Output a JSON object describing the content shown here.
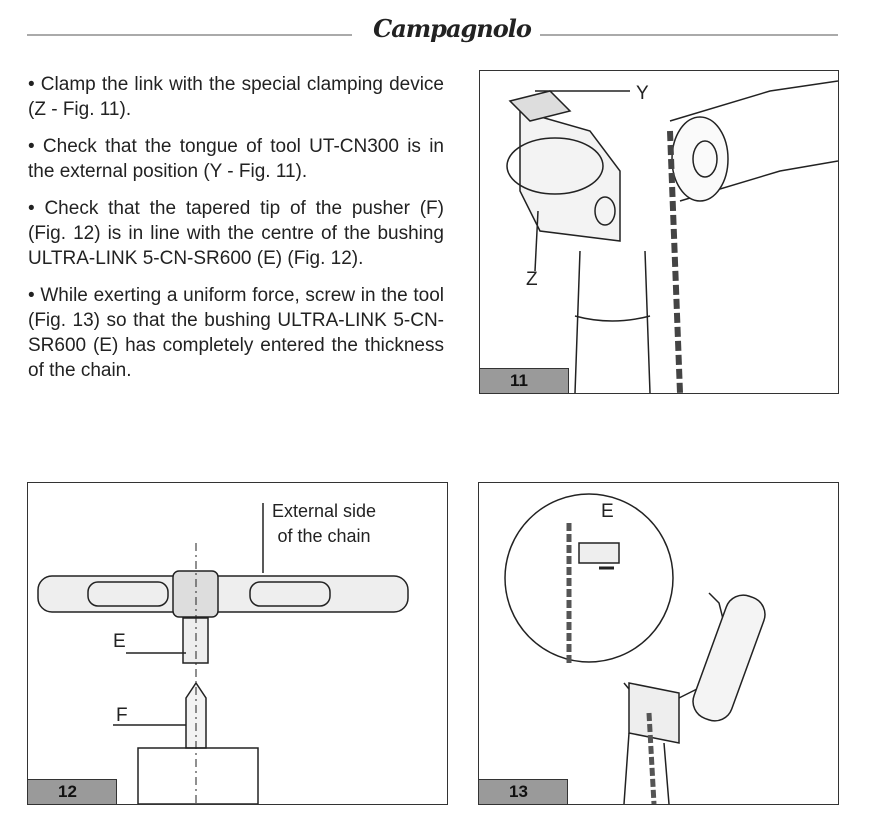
{
  "header": {
    "brand": "Campagnolo"
  },
  "instructions": [
    "• Clamp the link with the special clamping device (Z - Fig. 11).",
    "• Check that the tongue of tool UT-CN300 is in the external position (Y - Fig. 11).",
    "• Check that the tapered tip of the pusher (F) (Fig. 12) is in line with the centre of the bushing ULTRA-LINK 5-CN-SR600 (E) (Fig. 12).",
    "• While exerting a uniform force, screw in the tool (Fig. 13) so that the bushing ULTRA-LINK 5-CN-SR600 (E) has completely entered the thickness of the chain."
  ],
  "figures": {
    "fig11": {
      "number": "11",
      "label_y": "Y",
      "label_z": "Z"
    },
    "fig12": {
      "number": "12",
      "label_e": "E",
      "label_f": "F",
      "caption_line1": "External side",
      "caption_line2": "of the chain"
    },
    "fig13": {
      "number": "13",
      "label_e": "E"
    }
  }
}
